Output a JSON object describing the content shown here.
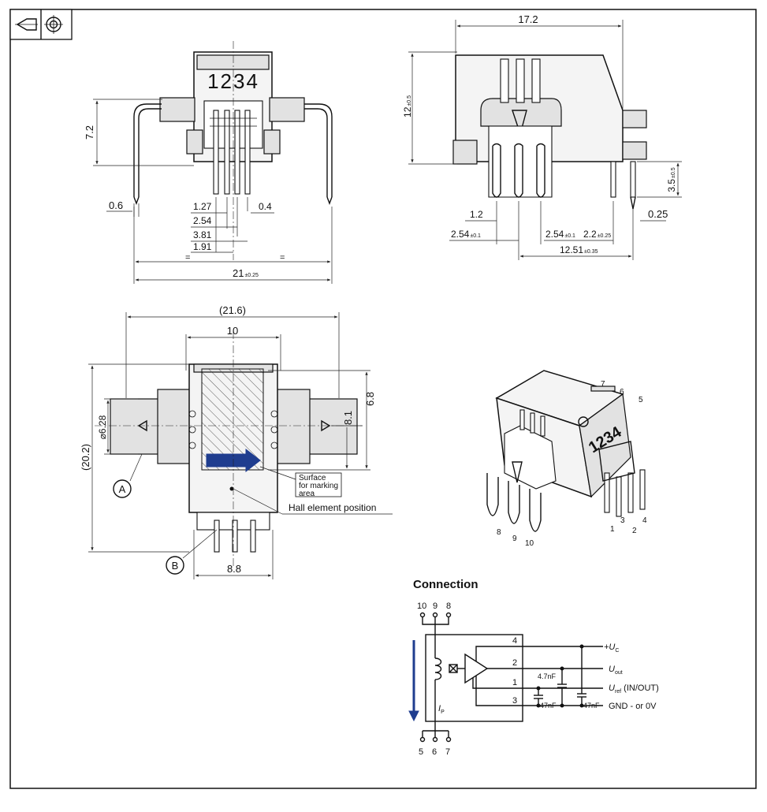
{
  "front_view": {
    "pin_numbers": "1234",
    "dims": {
      "height": "7.2",
      "lead_width": "0.6",
      "pin_width": "0.4",
      "pitch": "1.27",
      "pitch2": "2.54",
      "pitch3": "3.81",
      "offset": "1.91",
      "equal_a": "=",
      "equal_b": "=",
      "width": "21",
      "width_tol": "±0.25"
    }
  },
  "side_view": {
    "dims": {
      "length": "17.2",
      "height": "12",
      "height_tol": "±0.5",
      "pin_len": "3.5",
      "pin_len_tol": "±0.5",
      "lead_width": "1.2",
      "pin_thickness": "0.25",
      "pitch_a": "2.54",
      "pitch_a_tol": "±0.1",
      "pitch_b": "2.54",
      "pitch_b_tol": "±0.1",
      "offset": "2.2",
      "offset_tol": "±0.25",
      "span": "12.51",
      "span_tol": "±0.35"
    }
  },
  "top_view": {
    "dims": {
      "overall_width": "(21.6)",
      "marking_width": "10",
      "overall_height": "(20.2)",
      "hole_dia": "⌀6.28",
      "marking_height": "6.8",
      "center_offset": "8.1",
      "pin_span": "8.8"
    },
    "callout_a": "A",
    "callout_b": "B",
    "surface_label_1": "Surface",
    "surface_label_2": "for marking",
    "surface_label_3": "area",
    "hall_label": "Hall element position",
    "arrow_color": "#1f3d8f"
  },
  "iso_view": {
    "pin_labels": [
      "1",
      "2",
      "3",
      "4",
      "5",
      "6",
      "7",
      "8",
      "9",
      "10"
    ],
    "body_text": "1234"
  },
  "connection": {
    "title": "Connection",
    "top_pins": [
      "10",
      "9",
      "8"
    ],
    "bottom_pins": [
      "5",
      "6",
      "7"
    ],
    "ic_pins": [
      "4",
      "2",
      "1",
      "3"
    ],
    "signals": {
      "uc": "+U",
      "uc_sub": "C",
      "uout": "U",
      "uout_sub": "out",
      "uref": "U",
      "uref_sub": "ref",
      "uref_suffix": " (IN/OUT)",
      "gnd": "GND - or 0V"
    },
    "caps": [
      "4.7nF",
      "47nF",
      "47nF"
    ],
    "ip": "I",
    "ip_sub": "P",
    "arrow_color": "#1f3d8f"
  }
}
